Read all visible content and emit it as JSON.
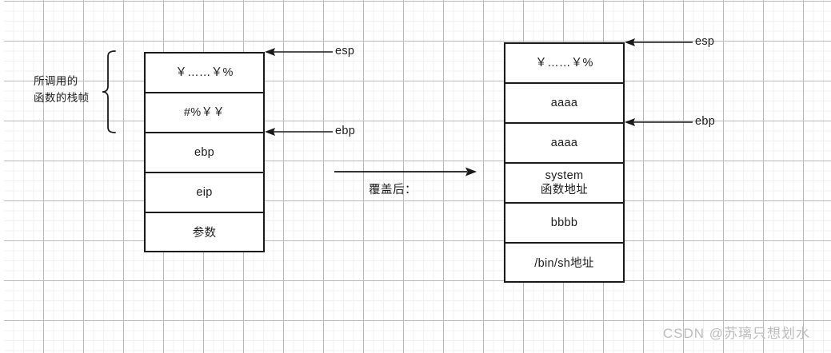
{
  "diagram": {
    "title_caption": "所调用的\n函数的栈帧",
    "transition_label": "覆盖后：",
    "stacks": [
      {
        "name": "original-stack",
        "cells": [
          "￥……￥%",
          "#%￥￥",
          "ebp",
          "eip",
          "参数"
        ],
        "pointers": [
          {
            "label": "esp",
            "at_cell": 0,
            "edge": "top"
          },
          {
            "label": "ebp",
            "at_cell": 2,
            "edge": "top"
          }
        ]
      },
      {
        "name": "overwritten-stack",
        "cells": [
          "￥……￥%",
          "aaaa",
          "aaaa",
          "system\n函数地址",
          "bbbb",
          "/bin/sh地址"
        ],
        "pointers": [
          {
            "label": "esp",
            "at_cell": 0,
            "edge": "top"
          },
          {
            "label": "ebp",
            "at_cell": 2,
            "edge": "top"
          }
        ]
      }
    ]
  },
  "watermark": "CSDN @苏璃只想划水",
  "colors": {
    "stroke": "#1a1a1a",
    "text": "#1c1c1c",
    "grid_major": "#b9b9b9",
    "grid_minor": "#f0f0f0",
    "watermark": "#bdbdbd",
    "background": "#ffffff"
  }
}
